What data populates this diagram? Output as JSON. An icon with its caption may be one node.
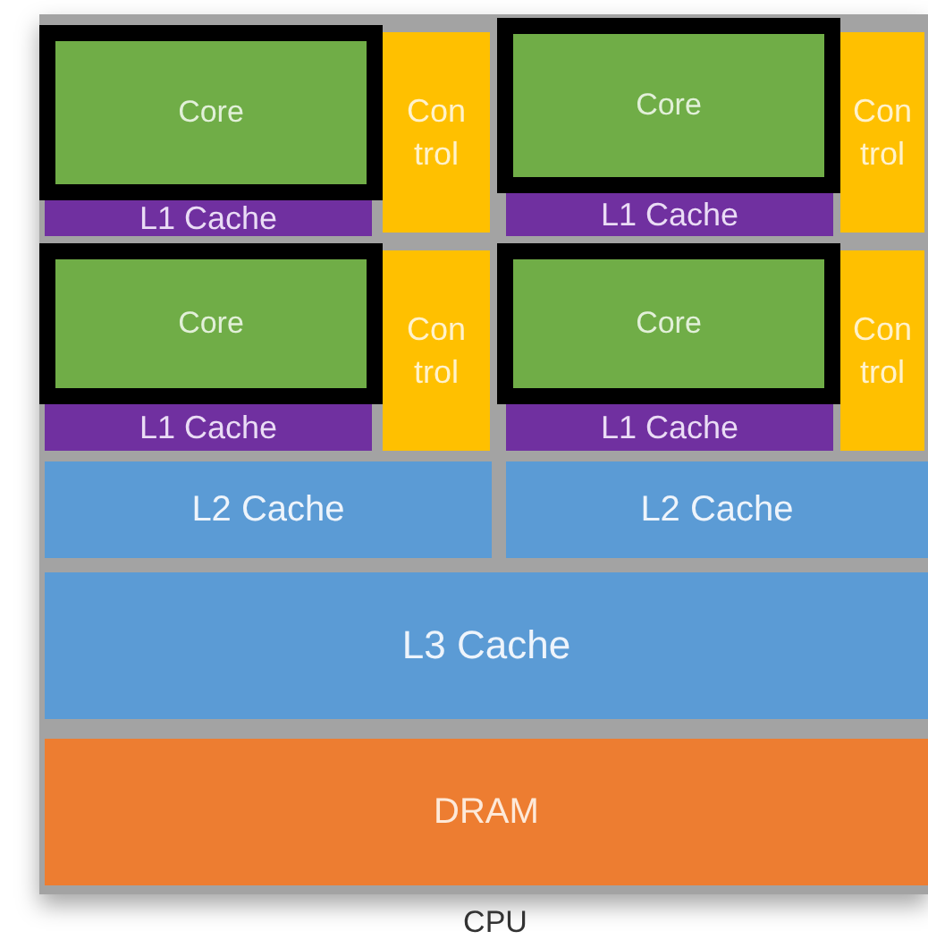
{
  "diagram": {
    "nodes": [
      {
        "text": [
          "CPU"
        ]
      },
      {
        "text": [
          "Core"
        ],
        "in": 0
      },
      {
        "text": [
          "Con trol"
        ],
        "in": 0
      },
      {
        "text": [
          "Core"
        ],
        "in": 0
      },
      {
        "text": [
          "Con trol"
        ],
        "in": 0
      },
      {
        "text": [
          "L1 Cache"
        ],
        "in": 0
      },
      {
        "text": [
          "L1 Cache"
        ],
        "in": 0
      },
      {
        "text": [
          "Core"
        ],
        "in": 0
      },
      {
        "text": [
          "Con trol"
        ],
        "in": 0
      },
      {
        "text": [
          "Core"
        ],
        "in": 0
      },
      {
        "text": [
          "Con trol"
        ],
        "in": 0
      },
      {
        "text": [
          "L1 Cache"
        ],
        "in": 0
      },
      {
        "text": [
          "L1 Cache"
        ],
        "in": 0
      },
      {
        "text": [
          "L2 Cache"
        ],
        "in": 0
      },
      {
        "text": [
          "L2 Cache"
        ],
        "in": 0
      },
      {
        "text": [
          "L3 Cache"
        ],
        "in": 0
      },
      {
        "text": [
          "DRAM"
        ],
        "in": 0
      }
    ]
  }
}
